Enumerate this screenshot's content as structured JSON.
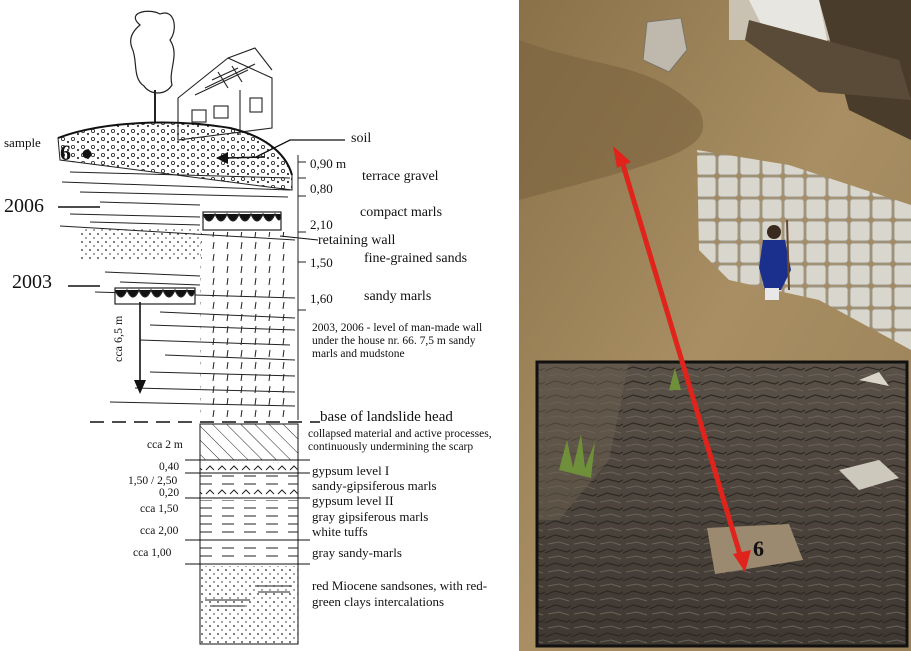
{
  "column": {
    "sample_label": "sample",
    "sample_number": "6",
    "soil_label": "soil",
    "year_2006": "2006",
    "year_2003": "2003",
    "arrow_label": "cca 6,5 m",
    "thickness_labels": [
      "0,90 m",
      "0,80",
      "2,10",
      "1,50",
      "1,60"
    ],
    "unit_labels": [
      "terrace gravel",
      "compact marls",
      "retaining wall",
      "fine-grained sands",
      "sandy marls"
    ],
    "wall_note": "2003, 2006 - level of man-made wall under the house nr. 66. 7,5 m sandy marls and mudstone",
    "base_label": "base of landslide head",
    "lower_thickness_labels": [
      "cca 2 m",
      "0,40",
      "1,50 / 2,50",
      "0,20",
      "cca 1,50",
      "cca 2,00",
      "cca 1,00"
    ],
    "collapsed_note": "collapsed material and active processes, continuously undermining the scarp",
    "lower_unit_labels": [
      "gypsum level I",
      "sandy-gipsiferous marls",
      "gypsum level  II",
      "gray gipsiferous marls",
      "white tuffs",
      "gray sandy-marls"
    ],
    "red_note": "red Miocene sandsones, with red-green clays intercalations"
  },
  "photo": {
    "sample_number": "6"
  },
  "colors": {
    "arrow": "#e0241c",
    "ink": "#111111"
  },
  "icons": [
    "tree-icon",
    "house-icon",
    "person-icon",
    "double-arrow-icon"
  ]
}
